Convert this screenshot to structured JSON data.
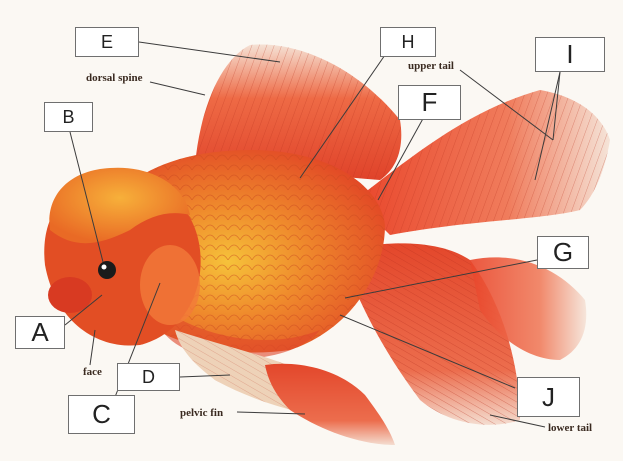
{
  "labels": {
    "A": "A",
    "B": "B",
    "C": "C",
    "D": "D",
    "E": "E",
    "F": "F",
    "G": "G",
    "H": "H",
    "I": "I",
    "J": "J"
  },
  "captions": {
    "dorsal_spine": "dorsal spine",
    "upper_tail": "upper tail",
    "face": "face",
    "pelvic_fin": "pelvic fin",
    "lower_tail": "lower tail"
  },
  "colors": {
    "body_orange": "#e8562a",
    "fin_red": "#e0452a",
    "fin_pale": "#f3e6da",
    "scale_yellow": "#f2c23a",
    "wen": "#f59a2a"
  }
}
